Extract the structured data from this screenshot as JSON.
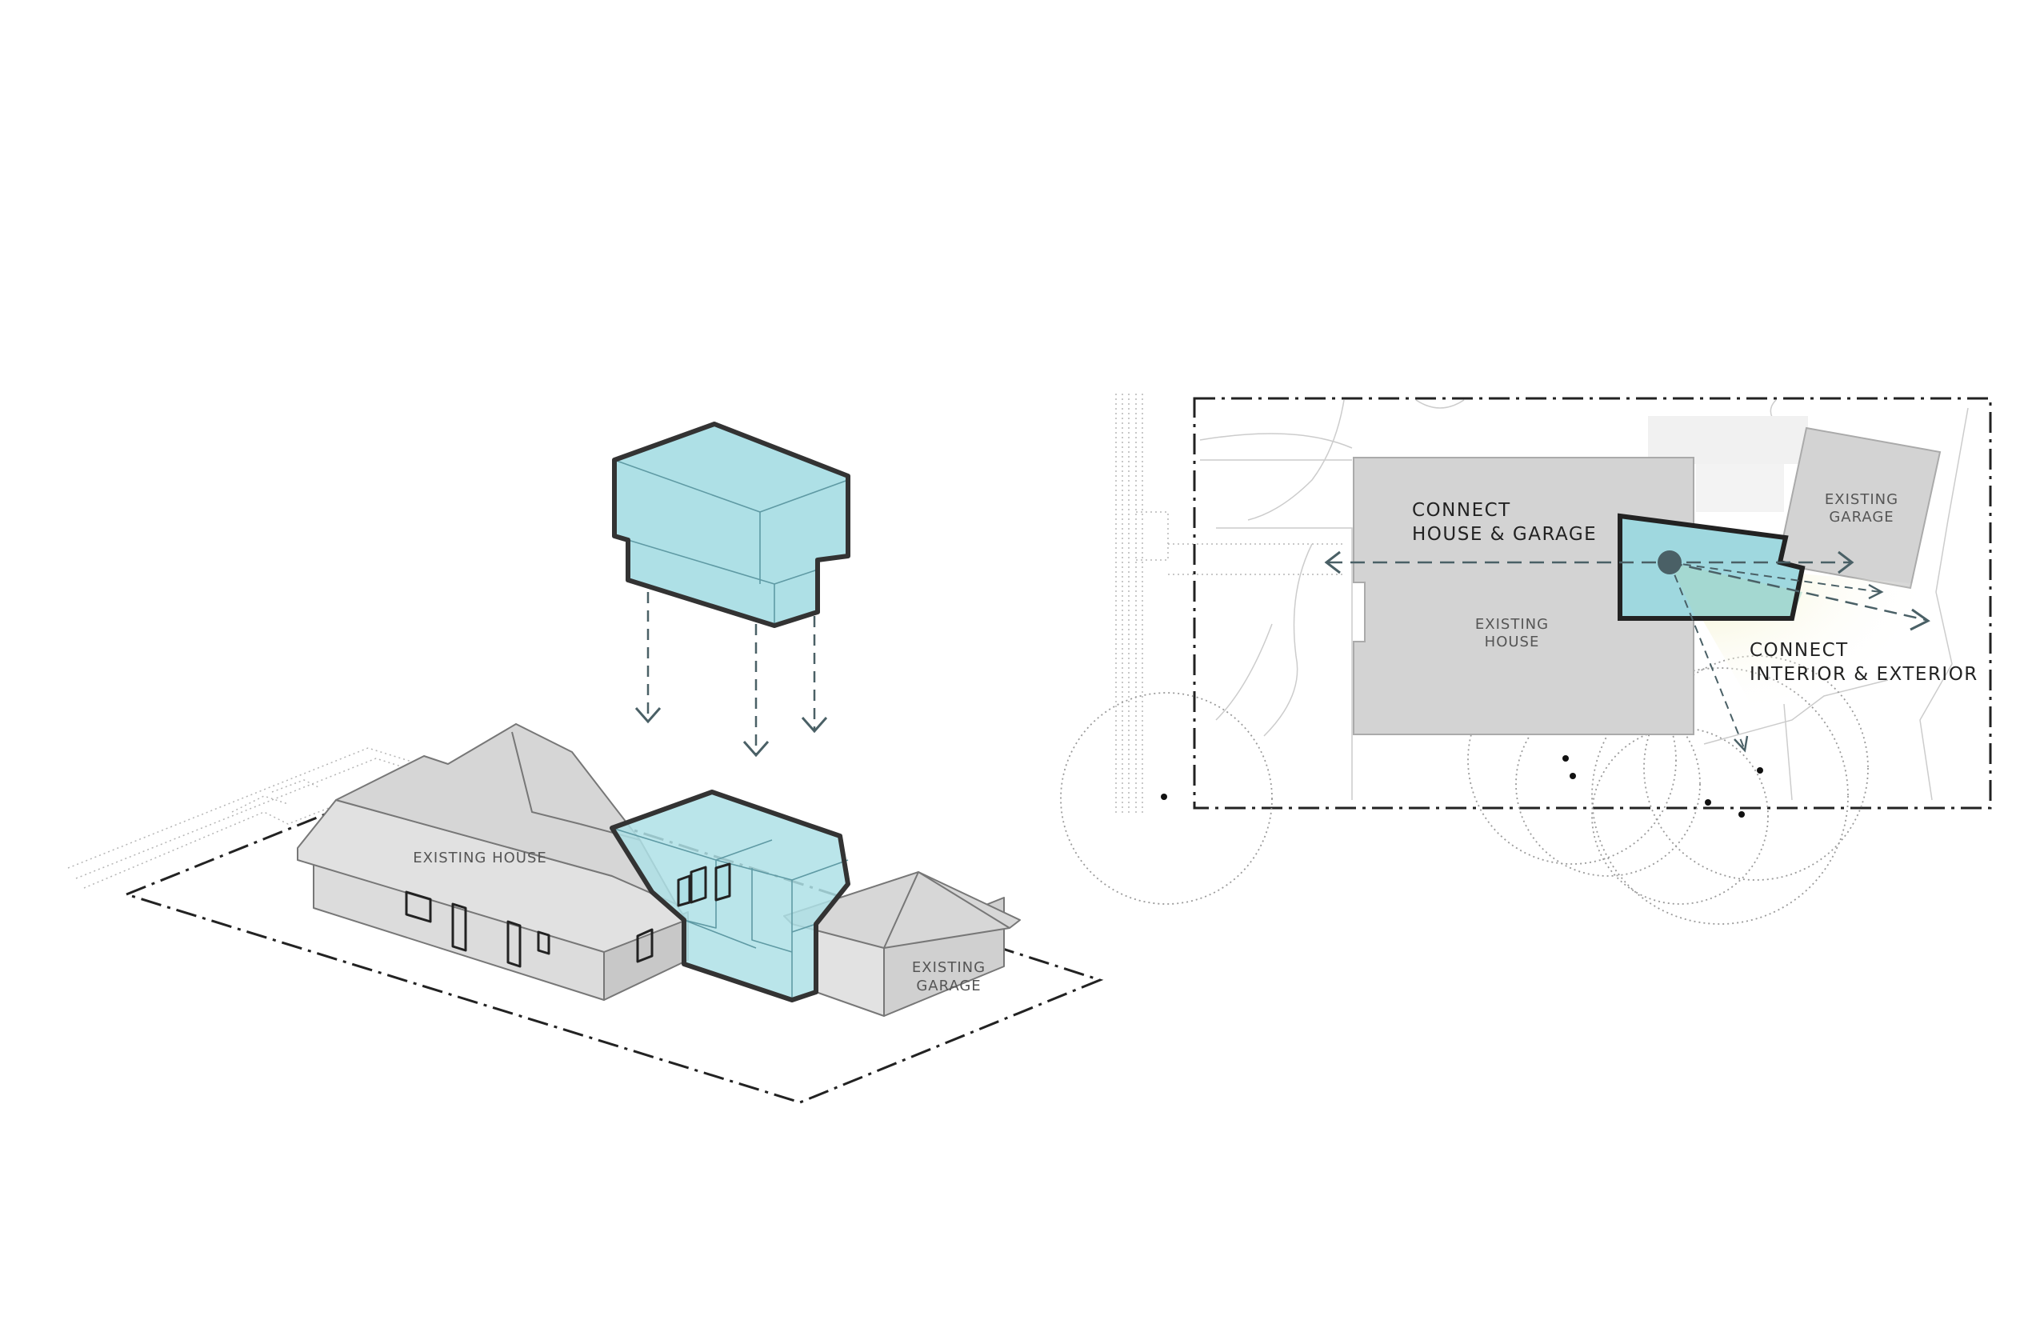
{
  "axonometric": {
    "house_label": "EXISTING HOUSE",
    "garage_label": [
      "EXISTING",
      "GARAGE"
    ]
  },
  "site_plan": {
    "house_label": [
      "EXISTING",
      "HOUSE"
    ],
    "garage_label": [
      "EXISTING",
      "GARAGE"
    ],
    "connect_house_garage": [
      "CONNECT",
      "HOUSE & GARAGE"
    ],
    "connect_interior_exterior": [
      "CONNECT",
      "INTERIOR & EXTERIOR"
    ]
  },
  "colors": {
    "addition_fill": "#aee0e6",
    "addition_stroke": "#333333",
    "existing_fill": "#d9d9d9",
    "arrow": "#4a6066",
    "view_cone": "#f7f5d8"
  }
}
